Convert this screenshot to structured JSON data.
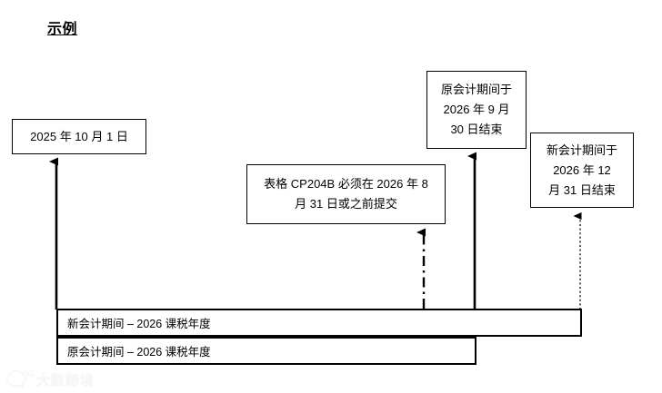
{
  "diagram": {
    "title": "示例",
    "boxes": {
      "start": {
        "lines": [
          "2025 年 10 月 1 日"
        ]
      },
      "cp204b": {
        "lines": [
          "表格 CP204B 必须在 2026 年 8",
          "月 31 日或之前提交"
        ]
      },
      "old_end": {
        "lines": [
          "原会计期间于",
          "2026 年 9 月",
          "30 日结束"
        ]
      },
      "new_end": {
        "lines": [
          "新会计期间于",
          "2026 年 12",
          "月 31 日结束"
        ]
      }
    },
    "bars": {
      "new_period": {
        "label": "新会计期间 – 2026 课税年度"
      },
      "old_period": {
        "label": "原会计期间 – 2026 课税年度"
      }
    },
    "connectors": {
      "start_arrow": "solid-arrow-up",
      "cp204b_arrow": "dash-dot-arrow-up",
      "old_end_arrow": "solid-arrow-up",
      "new_end_arrow": "dotted-arrow-up"
    },
    "colors": {
      "stroke": "#000000",
      "background": "#ffffff",
      "watermark": "#e8e8e8"
    }
  },
  "watermark": {
    "text": "大数跨境"
  }
}
